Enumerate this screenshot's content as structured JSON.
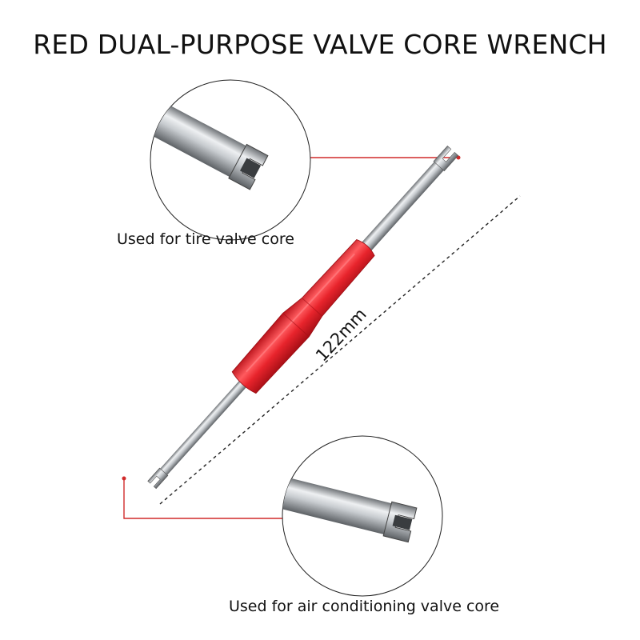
{
  "title": "RED DUAL-PURPOSE VALVE CORE WRENCH",
  "captions": {
    "tire": "Used for tire valve core",
    "air_conditioning": "Used for air conditioning valve core"
  },
  "dimension": {
    "length": "122mm"
  },
  "colors": {
    "handle_red": "#e8242c",
    "callout_line": "#d12a2a",
    "metal": "#b8bcc0"
  }
}
